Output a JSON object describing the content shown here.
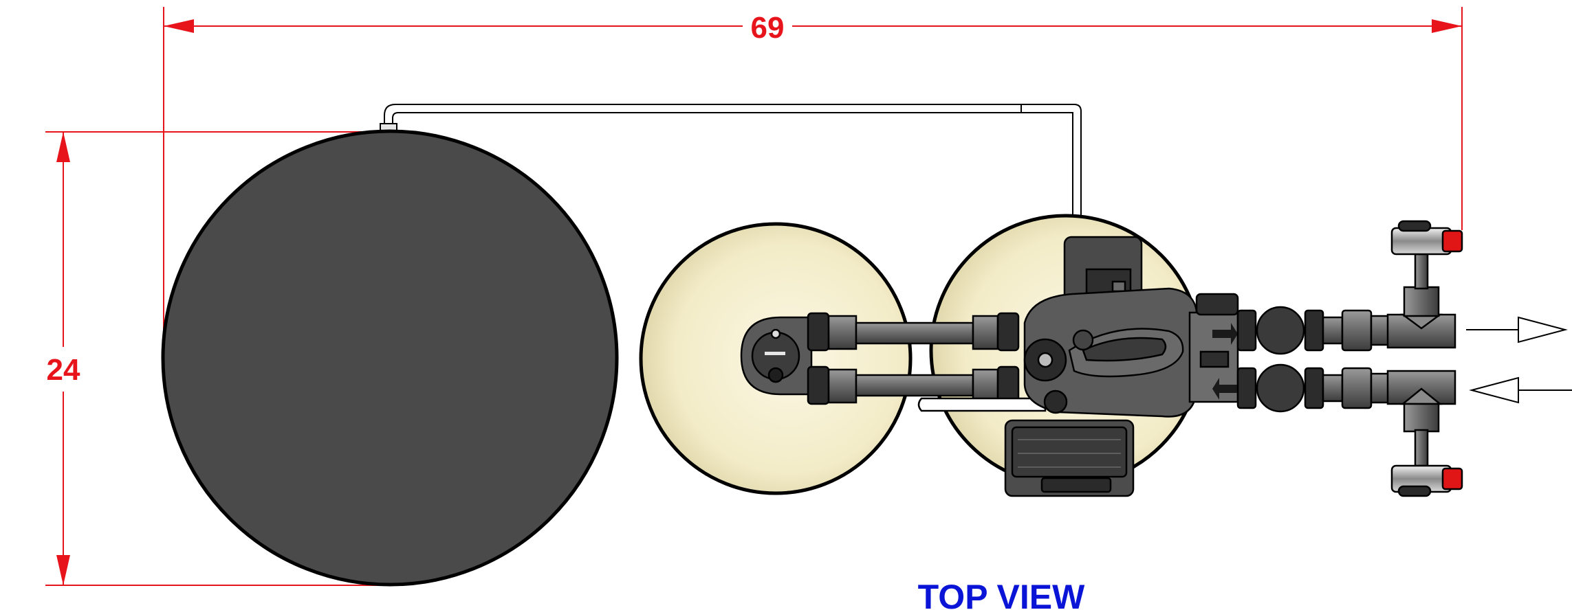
{
  "dimensions": {
    "overall_length": "69",
    "overall_width": "24"
  },
  "view_label": "TOP VIEW",
  "colors": {
    "dimension": "#e8141b",
    "view_label": "#0a14d6",
    "brine_tank": "#4a4a4a",
    "media_tank": "#f3ecc8",
    "pipe": "#6e6e6e",
    "pipe_dark": "#3c3c3c",
    "outline": "#000000",
    "valve_accent": "#e01616"
  },
  "components": [
    {
      "name": "brine-tank"
    },
    {
      "name": "media-tank-left"
    },
    {
      "name": "media-tank-right"
    },
    {
      "name": "control-valve"
    },
    {
      "name": "bypass-valve-assembly"
    }
  ],
  "flow_arrows": [
    {
      "name": "outlet-flow-arrow",
      "direction": "right"
    },
    {
      "name": "inlet-flow-arrow",
      "direction": "left"
    }
  ]
}
